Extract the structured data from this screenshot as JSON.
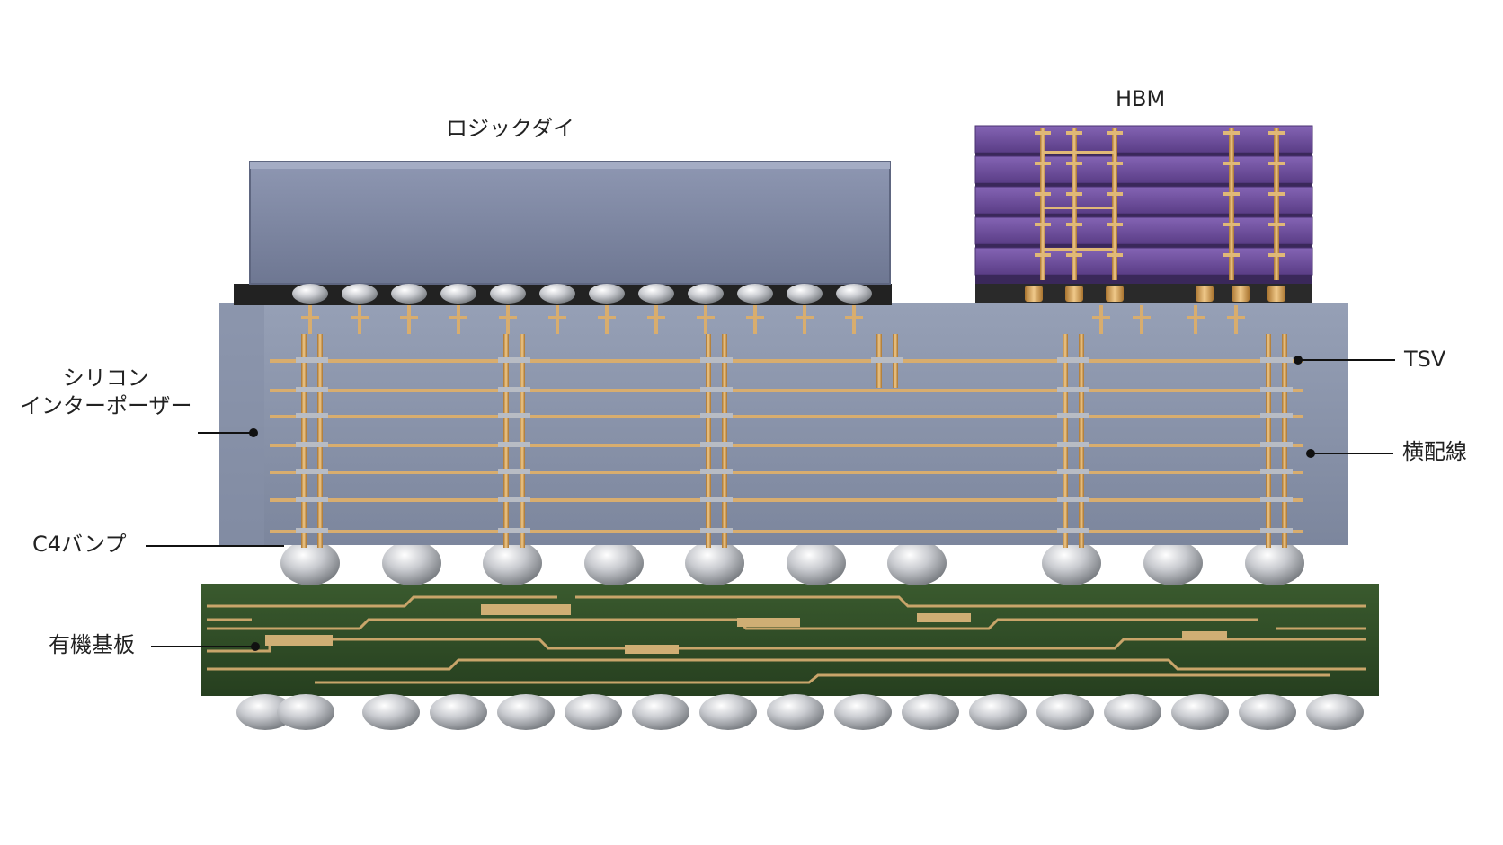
{
  "labels": {
    "logic_die": "ロジックダイ",
    "hbm": "HBM",
    "interposer_line1": "シリコン",
    "interposer_line2": "インターポーザー",
    "c4_bump": "C4バンプ",
    "organic_substrate": "有機基板",
    "tsv": "TSV",
    "horizontal_wiring": "横配線"
  },
  "colors": {
    "logic_die": "#7f88a3",
    "hbm": "#6d4c9a",
    "interposer": "#8c96ac",
    "copper": "#d4a062",
    "substrate": "#2f4a26",
    "solder": "#c4c6ca"
  }
}
